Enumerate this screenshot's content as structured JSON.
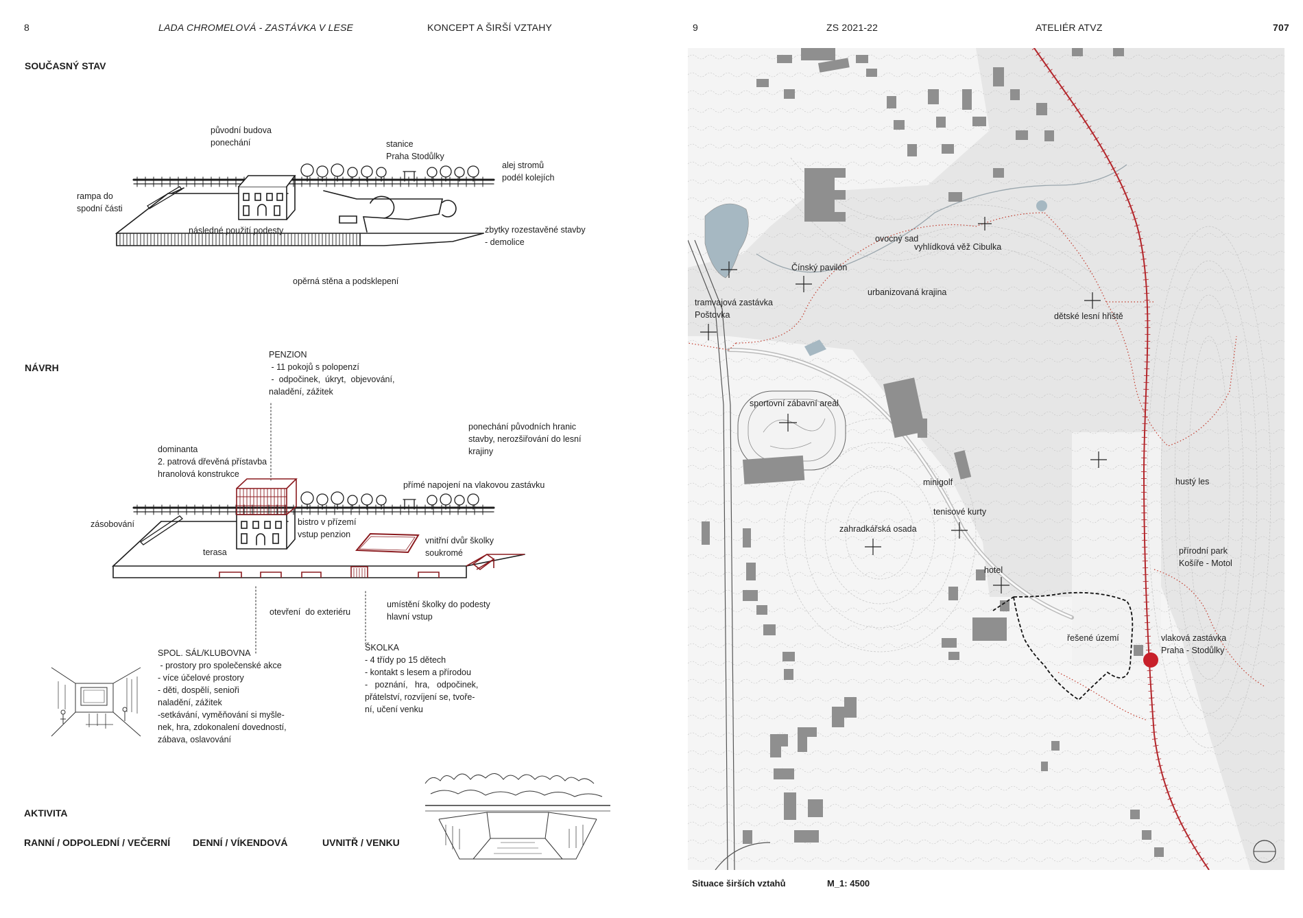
{
  "header": {
    "left_page_no": "8",
    "author_title": "LADA CHROMELOVÁ - ZASTÁVKA V LESE",
    "chapter": "KONCEPT A ŠIRŠÍ VZTAHY",
    "right_page_no": "9",
    "semester": "ZS 2021-22",
    "atelier": "ATELIÉR ATVZ",
    "project_no": "707"
  },
  "current_state": {
    "heading": "SOUČASNÝ STAV",
    "labels": {
      "original_building": "původní budova\nponechání",
      "station": "stanice\nPraha Stodůlky",
      "tree_alley": "alej stromů\npodél kolejích",
      "ramp": "rampa do\nspodní části",
      "platform_use": "následné použití podesty",
      "remains": "zbytky rozestavěné stavby\n- demolice",
      "retaining_wall": "opěrná stěna a podsklepení"
    }
  },
  "proposal": {
    "heading": "NÁVRH",
    "labels": {
      "penzion": "PENZION\n - 11 pokojů s polopenzí\n -  odpočinek,  úkryt,  objevování,\nnaladění, zážitek",
      "boundaries": "ponechání původních hranic\nstavby, nerozšiřování do lesní\nkrajiny",
      "dominant": "dominanta\n2. patrová dřevěná přístavba\nhranolová konstrukce",
      "direct_link": "přímé napojení na vlakovou zastávku",
      "supply": "zásobování",
      "bistro": "bistro v přízemí\nvstup penzion",
      "courtyard": "vnitřní dvůr školky\nsoukromé",
      "terrace": "terasa",
      "opening": "otevření  do exteriéru",
      "kindergarten_place": "umístění školky do podesty\nhlavní vstup",
      "hall": "SPOL. SÁL/KLUBOVNA\n - prostory pro společenské akce\n- více účelové prostory\n- děti, dospělí, senioři\nnaladění, zážitek\n-setkávání, vyměňování si myšle-\nnek, hra, zdokonalení dovedností,\nzábava, oslavování",
      "kindergarten": "ŠKOLKA\n- 4 třídy po 15 dětech\n- kontakt s lesem a přírodou\n-   poznání,   hra,   odpočinek,\npřátelství, rozvíjení se, tvoře-\nní, učení venku"
    }
  },
  "activity": {
    "heading": "AKTIVITA",
    "items": [
      "RANNÍ / ODPOLEDNÍ / VEČERNÍ",
      "DENNÍ / VÍKENDOVÁ",
      "UVNITŘ / VENKU"
    ]
  },
  "map": {
    "caption": "Situace širších vztahů",
    "scale": "M_1: 4500",
    "labels": {
      "orchard": "ovocný sad",
      "lookout": "vyhlídková věž Cibulka",
      "chinese_pavilion": "Čínský pavilón",
      "urban_landscape": "urbanizovaná krajina",
      "tram_stop": "tramvajová zastávka\nPoštovka",
      "playground": "dětské lesní hřiště",
      "sports_area": "sportovní zábavní areál",
      "dense_forest": "hustý les",
      "minigolf": "minigolf",
      "tennis": "tenisové kurty",
      "garden_colony": "zahradkářská osada",
      "nature_park": "přírodní park\nKošíře - Motol",
      "hotel": "hotel",
      "train_stop": "vlaková zastávka\nPraha - Stodůlky",
      "solved_area": "řešené území"
    },
    "colors": {
      "railway": "#b3262b",
      "station_dot": "#c8202a",
      "buildings": "#8f8f8f",
      "water": "#a6b8c2"
    }
  },
  "colors": {
    "accent_red": "#8a1a1e",
    "ink": "#1d1d1d"
  }
}
